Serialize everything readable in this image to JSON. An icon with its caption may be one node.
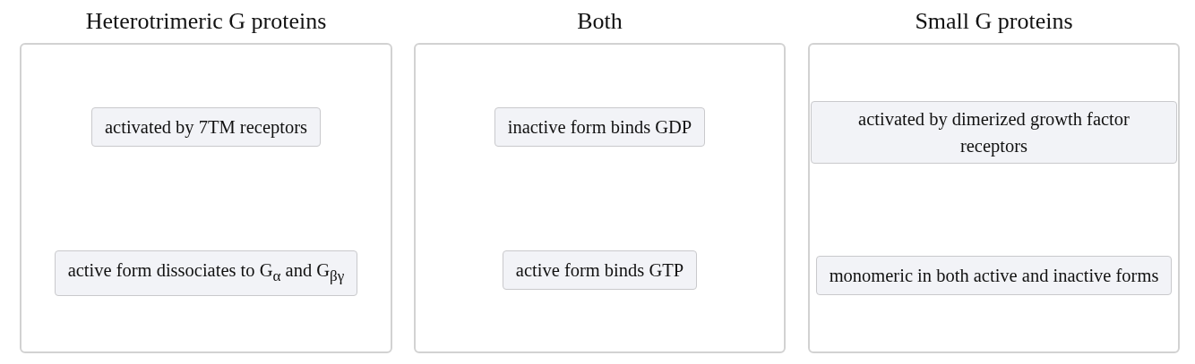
{
  "diagram": {
    "nodes": [
      {
        "text": [
          "Heterotrimeric G proteins"
        ]
      },
      {
        "text": [
          "activated by 7TM receptors"
        ],
        "in": 0
      },
      {
        "text": [
          "active form dissociates to G$_{α}$ and G$_{βγ}$"
        ],
        "in": 0
      },
      {
        "text": [
          "Both"
        ]
      },
      {
        "text": [
          "inactive form binds GDP"
        ],
        "in": 3
      },
      {
        "text": [
          "active form binds GTP"
        ],
        "in": 3
      },
      {
        "text": [
          "Small G proteins"
        ]
      },
      {
        "text": [
          "activated by dimerized growth factor receptors"
        ],
        "in": 6
      },
      {
        "text": [
          "monomeric in both active and inactive forms"
        ],
        "in": 6
      }
    ]
  }
}
